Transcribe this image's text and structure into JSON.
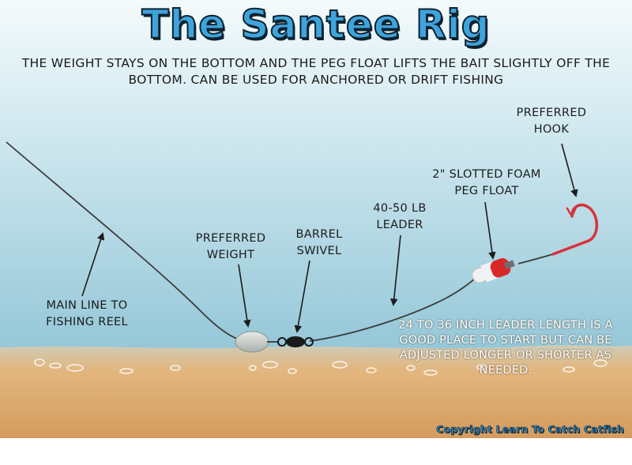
{
  "title": "The Santee Rig",
  "subtitle": "THE WEIGHT STAYS ON THE BOTTOM AND THE PEG FLOAT LIFTS THE BAIT SLIGHTLY OFF THE BOTTOM. CAN BE USED FOR ANCHORED OR DRIFT FISHING",
  "labels": {
    "preferred_hook": "PREFERRED HOOK",
    "peg_float": "2\" SLOTTED FOAM PEG FLOAT",
    "leader": "40-50 LB LEADER",
    "barrel_swivel": "BARREL SWIVEL",
    "preferred_weight": "PREFERRED WEIGHT",
    "main_line": "MAIN LINE TO FISHING REEL"
  },
  "note": "24 TO 36 INCH LEADER LENGTH IS A GOOD PLACE TO START BUT CAN BE ADJUSTED LONGER OR SHORTER AS NEEDED.",
  "copyright": "Copyright Learn To Catch Catfish",
  "colors": {
    "water_top": "#e6f3f6",
    "water_bottom": "#8fc4d6",
    "sand": "#d9a86a",
    "hook": "#d9323c",
    "float_red": "#d8282a",
    "title_fill": "#3fa4dc"
  }
}
